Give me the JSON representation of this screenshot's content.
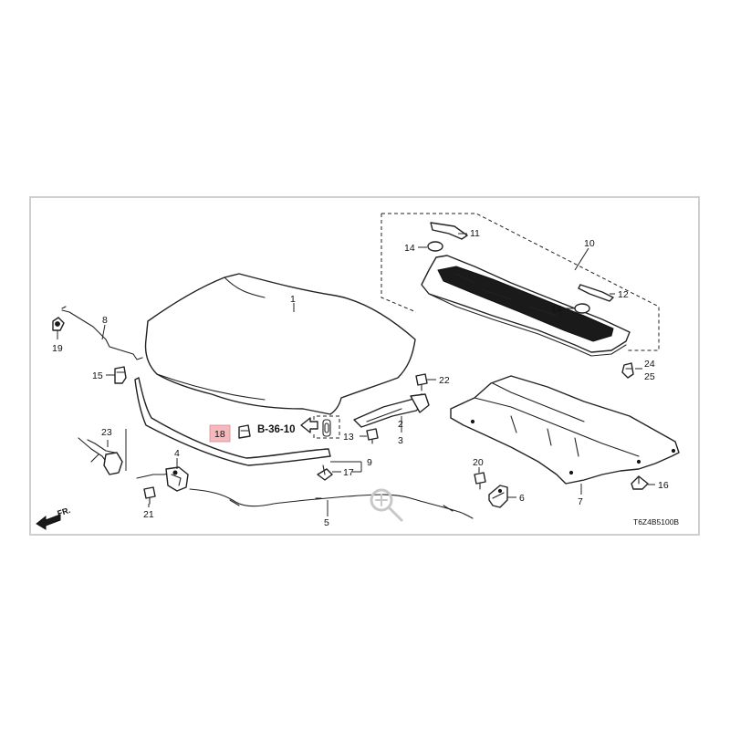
{
  "callouts": {
    "c1": "1",
    "c2": "2",
    "c3": "3",
    "c4": "4",
    "c5": "5",
    "c6": "6",
    "c7": "7",
    "c8": "8",
    "c9": "9",
    "c10": "10",
    "c11": "11",
    "c12": "12",
    "c13": "13",
    "c14a": "14",
    "c14b": "14",
    "c15": "15",
    "c16": "16",
    "c17": "17",
    "c18": "18",
    "c19": "19",
    "c20": "20",
    "c21": "21",
    "c22": "22",
    "c23": "23",
    "c24": "24",
    "c25": "25"
  },
  "reference_label": "B-36-10",
  "front_label": "FR.",
  "diagram_code": "T6Z4B5100B",
  "highlight_color": "#f4b9bd",
  "icons": [
    "front-arrow-icon",
    "zoom-in-icon"
  ]
}
